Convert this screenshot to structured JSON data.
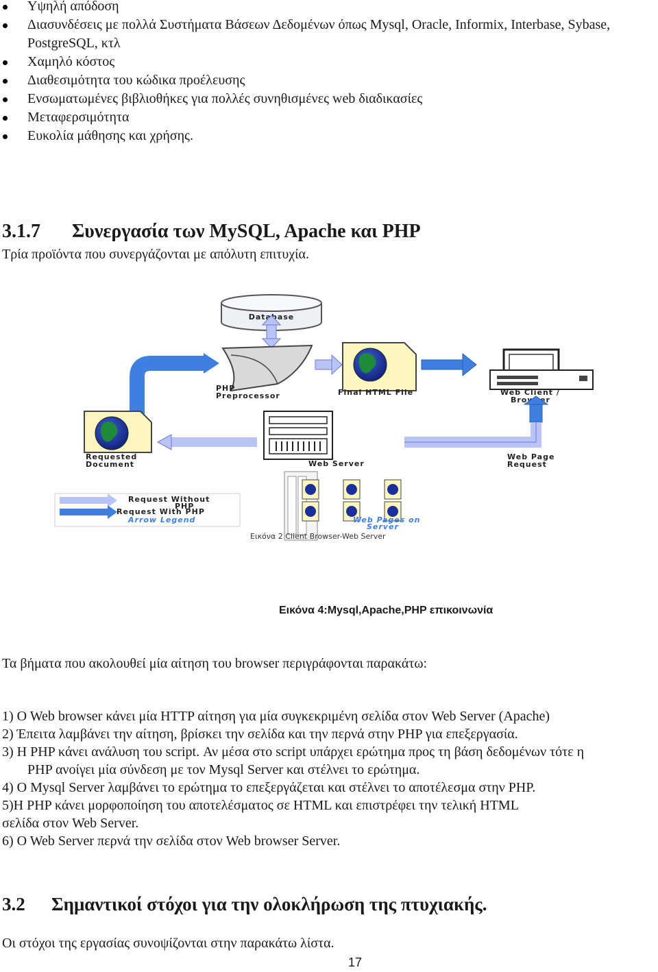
{
  "bullets": [
    "Υψηλή απόδοση",
    "Διασυνδέσεις με  πολλά Συστήματα Βάσεων Δεδομένων όπως  Mysql, Oracle, Informix, Interbase, Sybase, PostgreSQL, κτλ",
    "Χαμηλό κόστος",
    "Διαθεσιμότητα  του κώδικα προέλευσης",
    "Ενσωματωμένες βιβλιοθήκες για πολλές συνηθισμένες web διαδικασίες",
    "Μεταφερσιμότητα",
    "Ευκολία μάθησης και χρήσης."
  ],
  "section_317": {
    "number": "3.1.7",
    "title": "Συνεργασία των MySQL, Apache και PHP",
    "intro": "Τρία προϊόντα που συνεργάζονται με απόλυτη επιτυχία."
  },
  "figure": {
    "labels": {
      "database": "Database",
      "php_preprocessor_1": "PHP",
      "php_preprocessor_2": "Preprocessor",
      "final_html": "Final HTML File",
      "web_client_1": "Web Client /",
      "web_client_2": "Browser",
      "requested_doc_1": "Requested",
      "requested_doc_2": "Document",
      "web_server": "Web Server",
      "web_page_request_1": "Web Page",
      "web_page_request_2": "Request",
      "legend_without_1": "Request Without",
      "legend_without_2": "PHP",
      "legend_with": "Request With PHP",
      "legend_title": "Arrow Legend",
      "pages_on_server_1": "Web Pages on",
      "pages_on_server_2": "Server",
      "inner_caption": "Εικόνα 2 Client Browser-Web Server"
    },
    "caption": "Εικόνα 4:Mysql,Apache,PHP επικοινωνία"
  },
  "steps_intro": "Τα βήματα που ακολουθεί μία αίτηση του browser περιγράφονται παρακάτω:",
  "steps": [
    "1) O Web browser κάνει μία HTTP αίτηση για μία συγκεκριμένη σελίδα στον Web Server (Apache)",
    "2) Έπειτα  λαμβάνει την αίτηση, βρίσκει την σελίδα και την περνά στην PHP για επεξεργασία.",
    "3) Η PHP κάνει ανάλυση του script. Αν μέσα στο script υπάρχει ερώτημα προς τη βάση δεδομένων τότε η",
    "PHP ανοίγει μία σύνδεση με τον Mysql Server και στέλνει το ερώτημα.",
    "4) O Mysql Server λαμβάνει το ερώτημα το επεξεργάζεται και στέλνει το αποτέλεσμα στην PHP.",
    "5)Η PHP κάνει μορφοποίηση του αποτελέσματος σε HTML και επιστρέφει την τελική HTML",
    "σελίδα στον Web Server.",
    "6) O Web Server περνά την σελίδα στον Web browser Server."
  ],
  "section_32": {
    "number": "3.2",
    "title": "Σημαντικοί στόχοι για την ολοκλήρωση της πτυχιακής.",
    "intro": "Οι στόχοι της εργασίας συνοψίζονται στην παρακάτω λίστα."
  },
  "page_number": "17",
  "colors": {
    "arrow_blue": "#3f7fe0",
    "arrow_lavender": "#b9c3f5",
    "globe_green": "#1f8a3a",
    "globe_ocean": "#1a2f9a",
    "doc_yellow": "#fdf6c0"
  }
}
